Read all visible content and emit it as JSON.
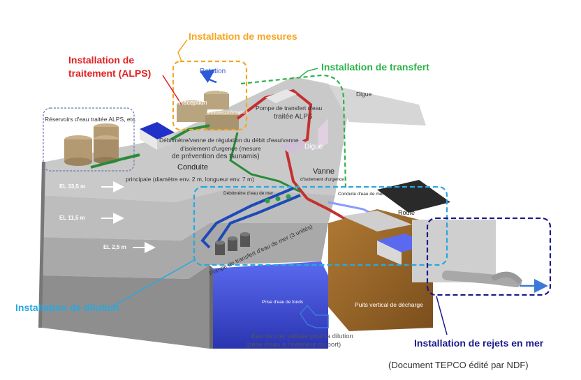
{
  "colors": {
    "measures": "#f5a623",
    "traitement": "#e02020",
    "transfert": "#2db24a",
    "dilution": "#29a8e0",
    "rejets": "#1a1a8c",
    "concrete": "#b8b8b8",
    "earth": "#9a6a2a",
    "water": "#3a4ad8"
  },
  "callouts": {
    "measures": "Installation de mesures",
    "traitement_line1": "Installation de",
    "traitement_line2": "traitement (ALPS)",
    "transfert": "Installation de transfert",
    "dilution": "Installation de dilution",
    "rejets": "Installation de rejets en mer"
  },
  "source": "(Document TEPCO édité par NDF)",
  "labels": {
    "rotation": "Rotation",
    "rejet": "Rejet",
    "reception": "Réception",
    "mesure_confirmation": "Mesure/confirmation",
    "reservoirs": "Réservoirs d'eau traitée ALPS, etc.",
    "pompe_transfert_1": "Pompe de transfert d'eau",
    "pompe_transfert_2": "traitée ALPS",
    "digue_top": "Digue",
    "digue": "Digue",
    "debitmetre_1": "Débitmètre/vanne de régulation du débit d'eau/vanne",
    "debitmetre_2": "d'isolement d'urgence (mesure",
    "debitmetre_3": "de prévention des tsunamis)",
    "conduite": "Conduite",
    "conduite_dims": "principale (diamètre env. 2 m, longueur env. 7 m)",
    "vanne": "Vanne",
    "vanne_sub": "d'isolement d'urgence",
    "debitmetre_mer": "Débitmètre d'eau de mer",
    "conduite_mer": "Conduite d'eau de mer",
    "route": "Route",
    "el_33": "EL 33,5 m",
    "el_11": "EL 11,5 m",
    "el_2": "EL 2,5 m",
    "pompe_mer": "Pompe de transfert d'eau de mer (3 unités)",
    "prise_eau": "Prise d'eau de fonds ",
    "puits": "Puits vertical de décharge",
    "eau_mer_1": "Eau de mer utilisée pour la dilution",
    "eau_mer_2": "(prise d'eau à l'extérieur du port)"
  }
}
